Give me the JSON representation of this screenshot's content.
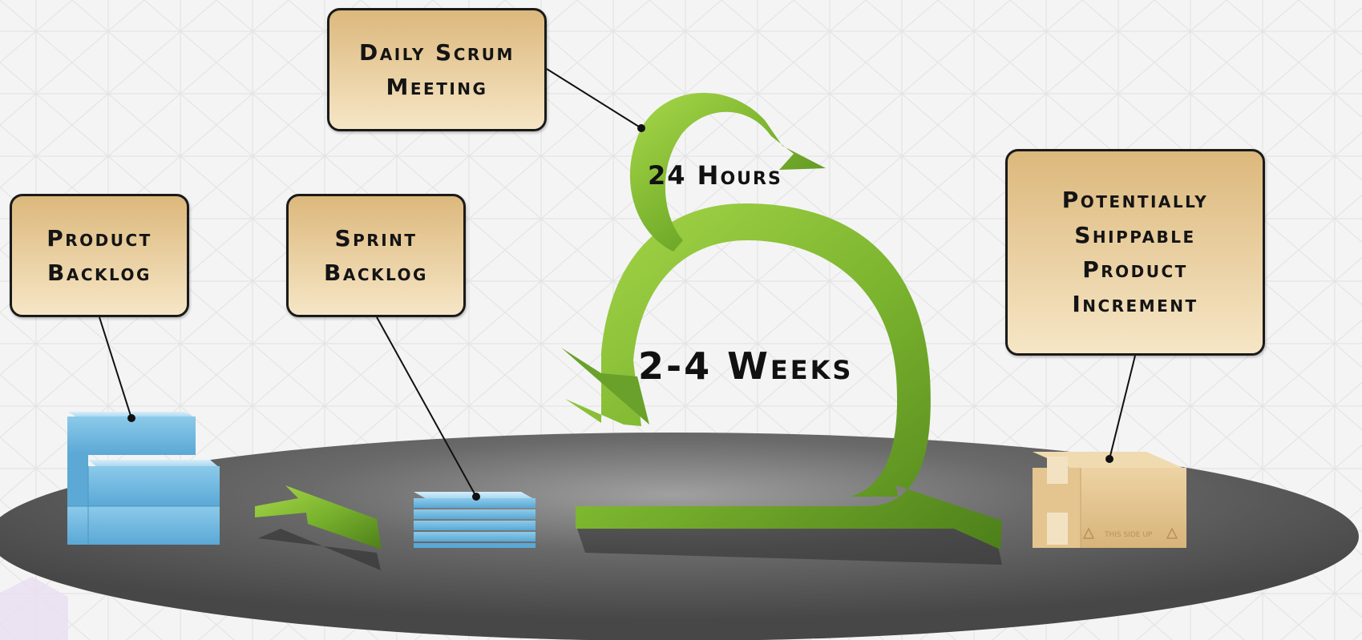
{
  "callouts": {
    "daily_scrum": [
      "Daily Scrum",
      "Meeting"
    ],
    "product_backlog": [
      "Product",
      "Backlog"
    ],
    "sprint_backlog": [
      "Sprint",
      "Backlog"
    ],
    "increment": [
      "Potentially",
      "Shippable",
      "Product",
      "Increment"
    ]
  },
  "loop_labels": {
    "daily": "24 Hours",
    "sprint": "2-4 Weeks"
  },
  "box_stamp": "THIS SIDE UP",
  "colors": {
    "arrow_green": "#7ab32e",
    "arrow_light": "#a8d84a",
    "arrow_dark": "#4d7f1a",
    "backlog_blue": "#86c4e6",
    "box_tan": "#e2c28c",
    "callout_top": "#dcb87c",
    "callout_bottom": "#f6e6c6",
    "platform": "#4a4a4a"
  }
}
